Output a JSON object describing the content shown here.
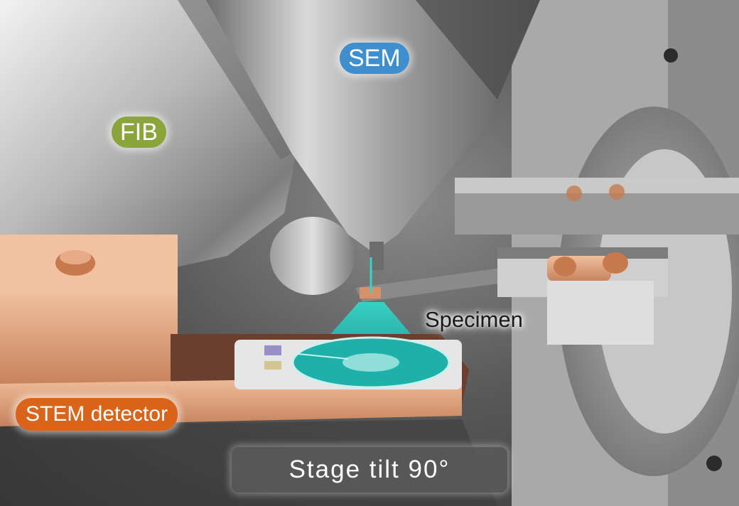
{
  "labels": {
    "sem": "SEM",
    "fib": "FIB",
    "specimen": "Specimen",
    "stem_detector": "STEM detector",
    "stage_tilt": "Stage tilt 90°"
  },
  "colors": {
    "sem": "#3f8fcf",
    "fib": "#8aa63a",
    "stem_detector": "#d9641a",
    "beam": "#1fb8b0",
    "copper": "#d6916a"
  }
}
